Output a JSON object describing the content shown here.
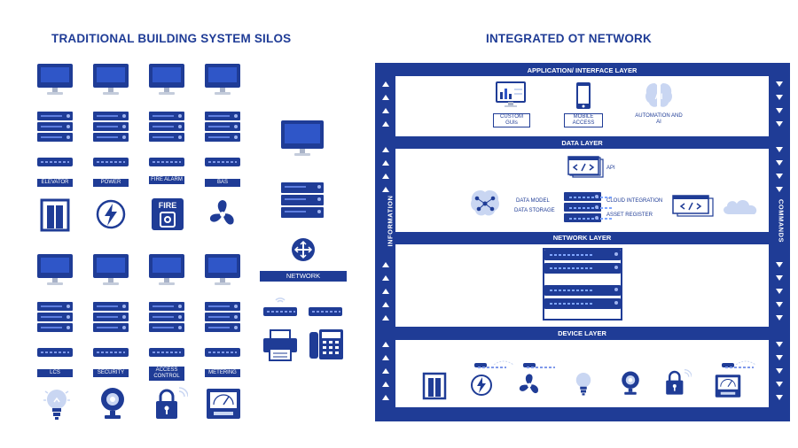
{
  "headings": {
    "left": "TRADITIONAL BUILDING SYSTEM SILOS",
    "right": "INTEGRATED OT NETWORK"
  },
  "silos": {
    "top": [
      {
        "label": "ELEVATOR",
        "icon": "elevator-icon"
      },
      {
        "label": "POWER",
        "icon": "lightning-icon"
      },
      {
        "label": "FIRE ALARM",
        "icon": "fire-alarm-icon"
      },
      {
        "label": "BAS",
        "icon": "fan-icon"
      }
    ],
    "bottom": [
      {
        "label": "LCS",
        "icon": "lightbulb-icon"
      },
      {
        "label": "SECURITY",
        "icon": "camera-icon"
      },
      {
        "label": "ACCESS CONTROL",
        "icon": "lock-icon"
      },
      {
        "label": "METERING",
        "icon": "meter-icon"
      }
    ],
    "fire_text": "FIRE",
    "network_label": "NETWORK"
  },
  "ot": {
    "side_left": "INFORMATION",
    "side_right": "COMMANDS",
    "layers": {
      "application": {
        "title": "APPLICATION/ INTERFACE LAYER",
        "items": [
          "CUSTOM GUIs",
          "MOBILE ACCESS",
          "AUTOMATION AND AI"
        ],
        "ai_text": "AI"
      },
      "data": {
        "title": "DATA LAYER",
        "api": "API",
        "data_model": "DATA MODEL",
        "data_storage": "DATA STORAGE",
        "cloud_integration": "CLOUD INTEGRATION",
        "asset_register": "ASSET REGISTER"
      },
      "network": {
        "title": "NETWORK LAYER"
      },
      "device": {
        "title": "DEVICE LAYER"
      }
    }
  },
  "colors": {
    "primary": "#1f3c96",
    "accent": "#2f56c8",
    "light": "#c9d6f2"
  }
}
